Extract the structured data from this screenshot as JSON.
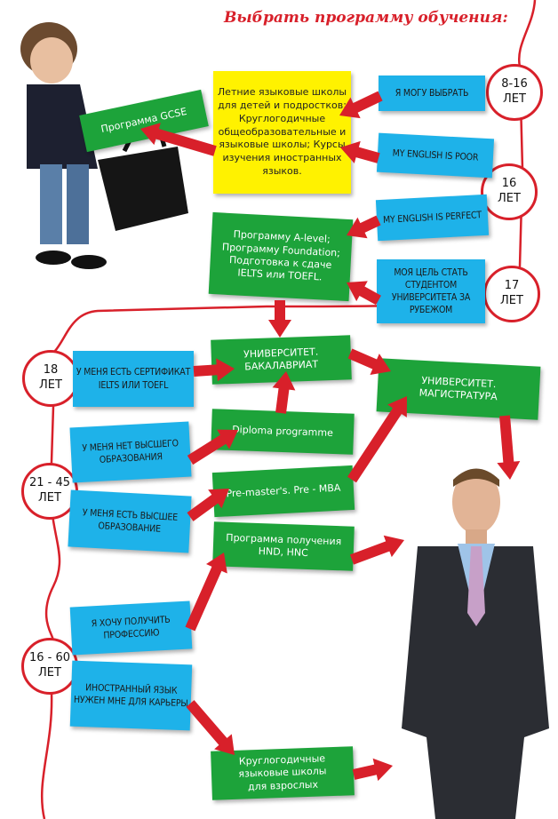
{
  "title": "Выбрать программу обучения:",
  "colors": {
    "red": "#d8202a",
    "blue": "#1eb2e9",
    "green": "#1da33a",
    "yellow": "#fff200"
  },
  "ages": [
    {
      "range": "8-16",
      "unit": "ЛЕТ"
    },
    {
      "range": "16",
      "unit": "ЛЕТ"
    },
    {
      "range": "17",
      "unit": "ЛЕТ"
    },
    {
      "range": "18",
      "unit": "ЛЕТ"
    },
    {
      "range": "21 - 45",
      "unit": "ЛЕТ"
    },
    {
      "range": "16 - 60",
      "unit": "ЛЕТ"
    }
  ],
  "conditions": [
    "Я могу выбрать",
    "My English is poor",
    "My English is perfect",
    "Моя цель стать студентом университета за рубежом",
    "У меня есть сертификат IELTS или TOEFL",
    "У меня нет высшего образования",
    "У меня есть высшее образование",
    "Я хочу получить профессию",
    "Иностранный язык нужен мне для карьеры"
  ],
  "programs": {
    "yellow_schools": "Летние языковые школы для детей и подростков; Круглогодичные общеобразовательные и языковые школы; Курсы изучения иностранных языков.",
    "gcse": "Программа GCSE",
    "alevel": "Программу A-level; Программу Foundation; Подготовка к сдаче IELTS или TOEFL.",
    "bachelor": "УНИВЕРСИТЕТ. БАКАЛАВРИАТ",
    "master": "УНИВЕРСИТЕТ. МАГИСТРАТУРА",
    "diploma": "Diploma programme",
    "premaster": "Pre-master's. Pre - MBA",
    "hnd": "Программа получения HND, HNC",
    "adult_schools": "Круглогодичные языковые школы для взрослых"
  }
}
